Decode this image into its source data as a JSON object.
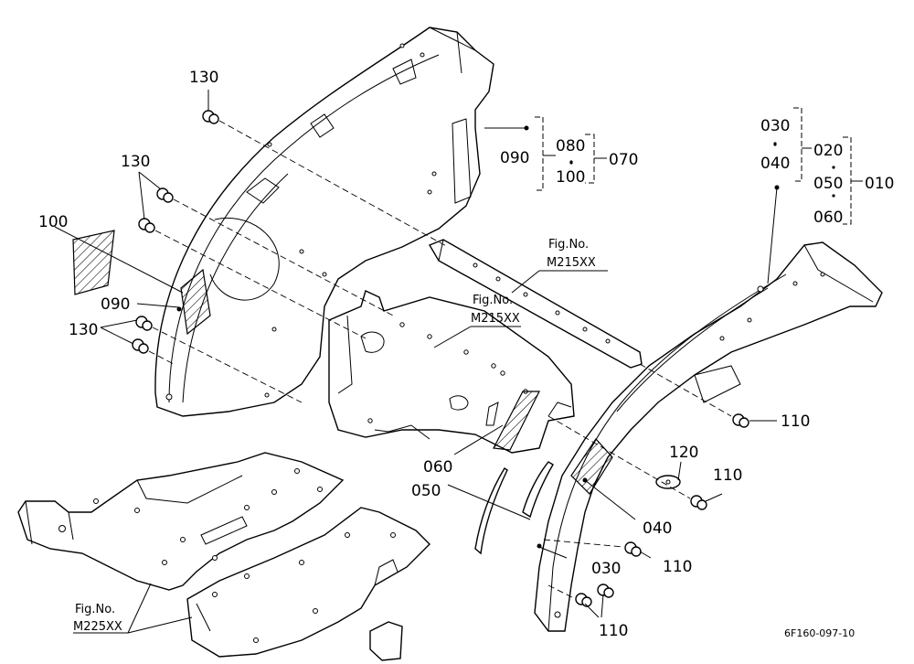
{
  "parts": {
    "p010": "010",
    "p020": "020",
    "p030a": "030",
    "p040a": "040",
    "p050a": "050",
    "p060a": "060",
    "p070": "070",
    "p080": "080",
    "p090a": "090",
    "p100a": "100",
    "p100b": "100",
    "p090b": "090",
    "p060b": "060",
    "p050b": "050",
    "p040b": "040",
    "p030b": "030",
    "p120": "120",
    "p110a": "110",
    "p110b": "110",
    "p110c": "110",
    "p110d": "110",
    "p130a": "130",
    "p130b": "130",
    "p130c": "130"
  },
  "refs": {
    "fig_label": "Fig.No.",
    "m215_a": "M215XX",
    "m215_b": "M215XX",
    "m225": "M225XX"
  },
  "drawing_code": "6F160-097-10",
  "colors": {
    "line": "#000000",
    "background": "#ffffff"
  }
}
